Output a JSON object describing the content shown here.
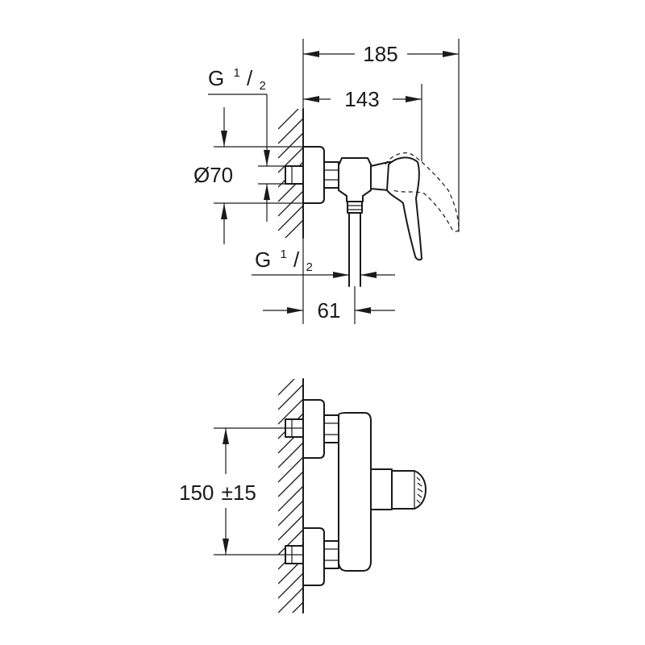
{
  "dimensions": {
    "overall_length": "185",
    "handle_projection": "143",
    "thread_size_top": "G",
    "thread_size_bottom": "G",
    "thread_fraction_num": "1",
    "thread_fraction_sep": "/",
    "thread_fraction_den": "2",
    "flange_diameter": "Ø70",
    "outlet_offset": "61",
    "inlet_spacing": "150",
    "inlet_tolerance": "±15"
  },
  "colors": {
    "line": "#1a1a1a",
    "background": "#ffffff"
  }
}
